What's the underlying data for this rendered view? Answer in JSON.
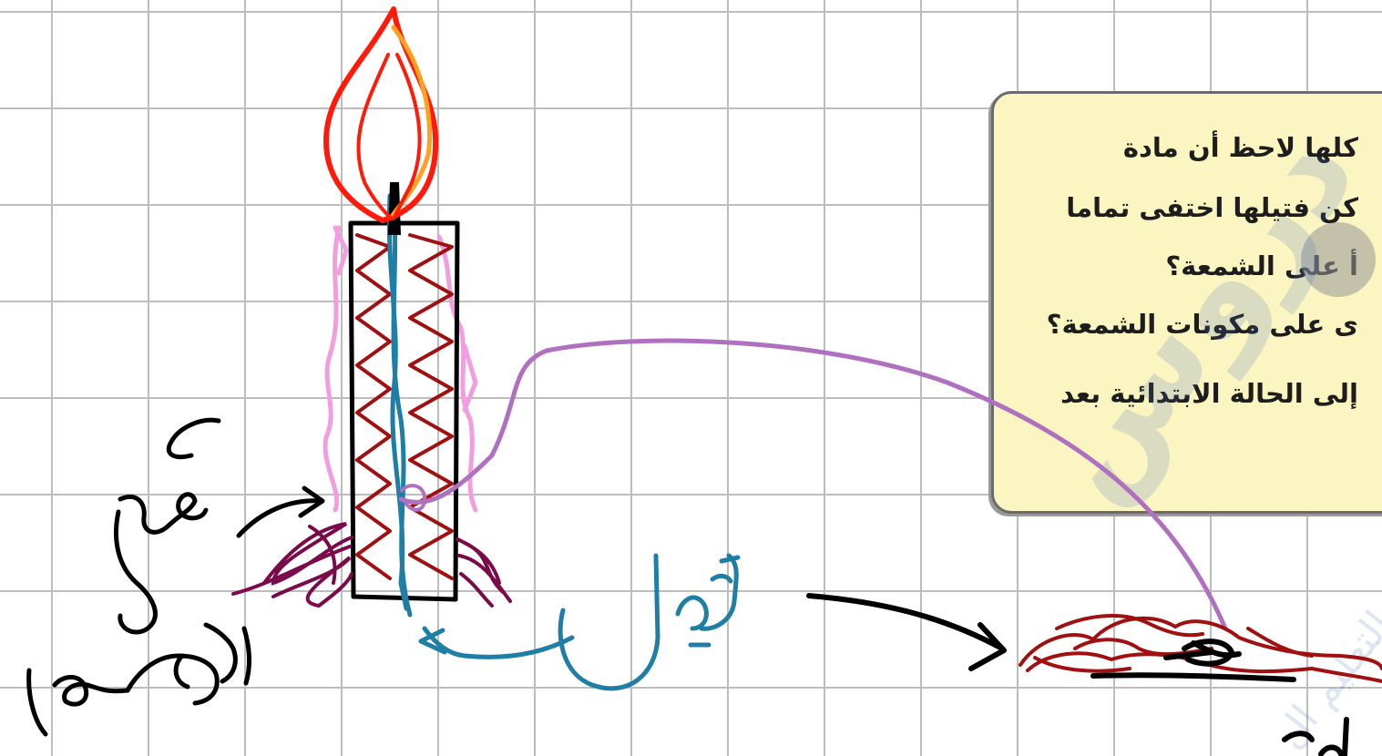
{
  "textbook_card": {
    "lines": [
      "كلها لاحظ أن مادة",
      "كن فتيلها اختفى تماما",
      "أ على الشمعة؟",
      "ى على مكونات الشمعة؟",
      "إلى الحالة الابتدائية بعد"
    ]
  },
  "watermark": {
    "main": "دروس",
    "sub": "التعليم ال"
  },
  "annotations": {
    "wax_label": "شمع",
    "solid_label": "(صلب)",
    "wick_label": "فتيل"
  },
  "colors": {
    "grid": "#bdbdbd",
    "card_background": "#fbf5c2",
    "flame_outer": "#ff1a0a",
    "flame_inner": "#ffa020",
    "wax_scribble": "#a01010",
    "melted_wax": "#7a0a4a",
    "wick": "#1f7ea6",
    "pink_outline": "#f19de0",
    "connector": "#b070c0",
    "ink": "#000000"
  },
  "icons": {
    "pointer": "pointer-dot-icon"
  }
}
